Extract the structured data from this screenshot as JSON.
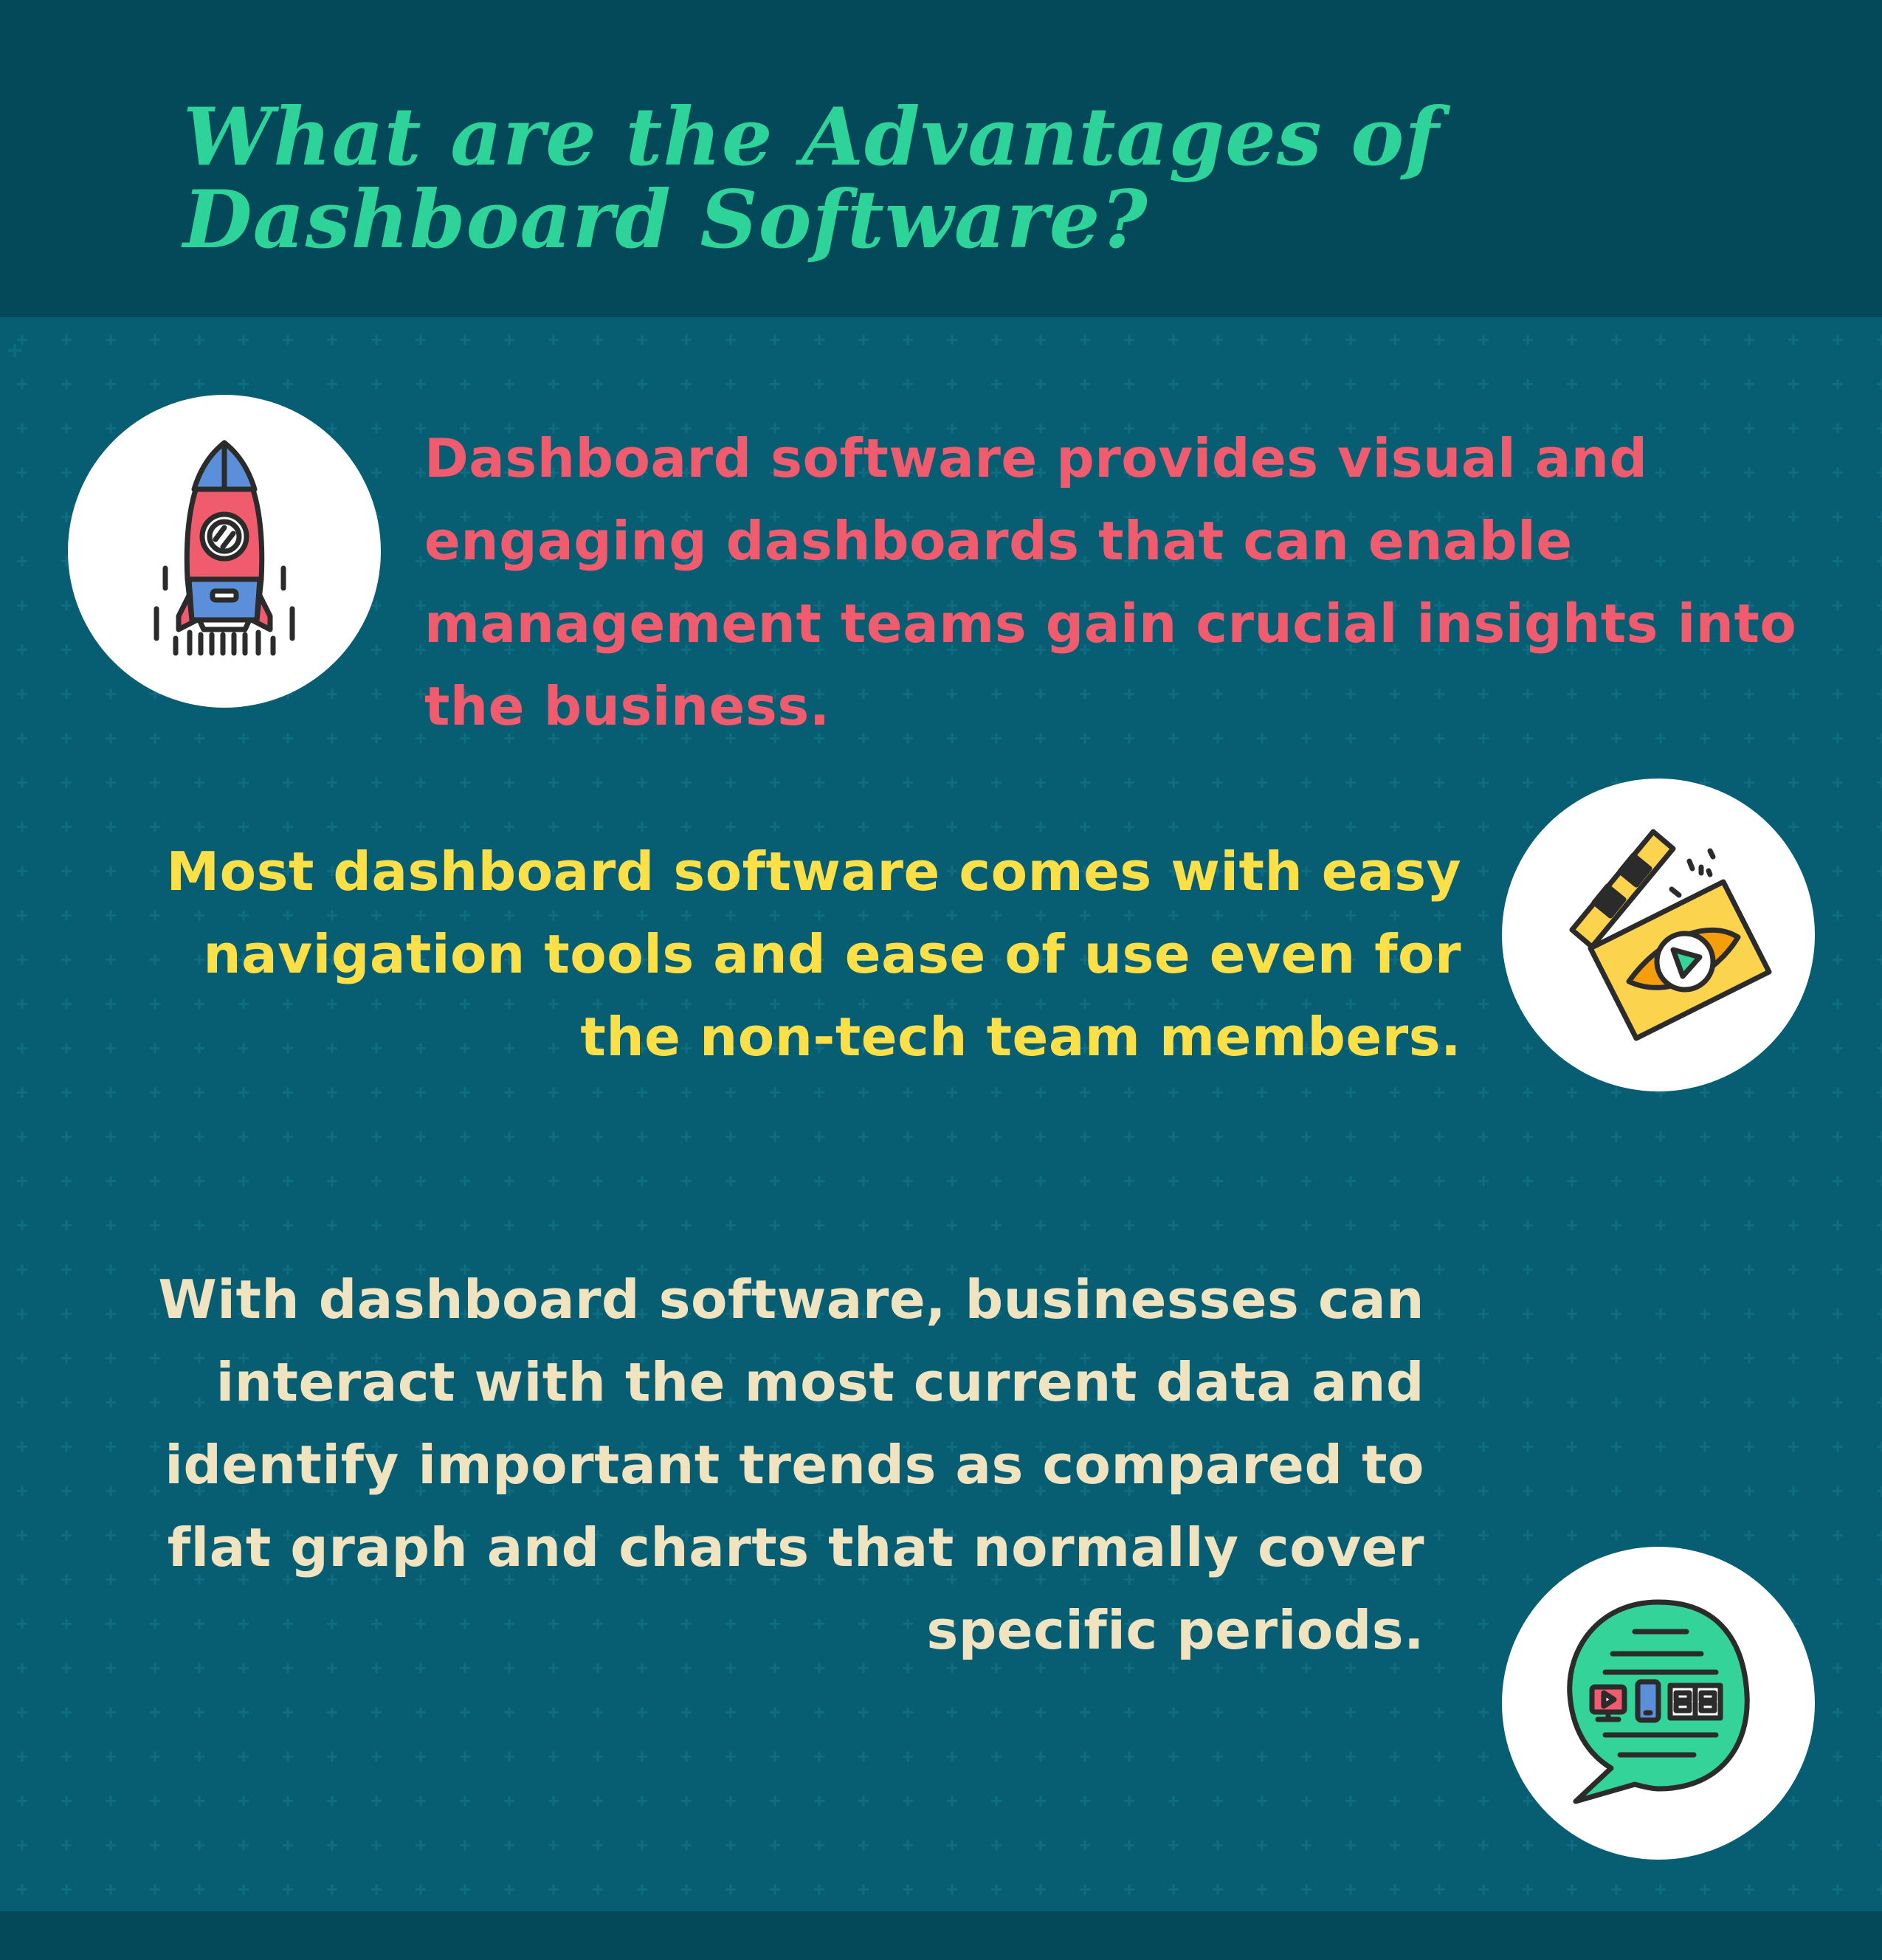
{
  "title": "What are the Advantages of Dashboard Software?",
  "items": [
    {
      "text": "Dashboard software provides visual and engaging dashboards that can enable management teams gain crucial insights into the business.",
      "icon": "rocket-icon",
      "color": "#f15b6e"
    },
    {
      "text": "Most dashboard software comes with easy navigation tools and ease of use even for the non-tech team members.",
      "icon": "clapperboard-eye-icon",
      "color": "#fde047"
    },
    {
      "text": "With dashboard software, businesses can interact with the most current data and identify important trends as compared to flat graph and charts that normally cover specific periods.",
      "icon": "chat-bubble-dashboard-icon",
      "color": "#efe3c0"
    }
  ],
  "colors": {
    "header_bg": "#04495a",
    "body_bg": "#07546a",
    "title": "#2ed39a"
  }
}
